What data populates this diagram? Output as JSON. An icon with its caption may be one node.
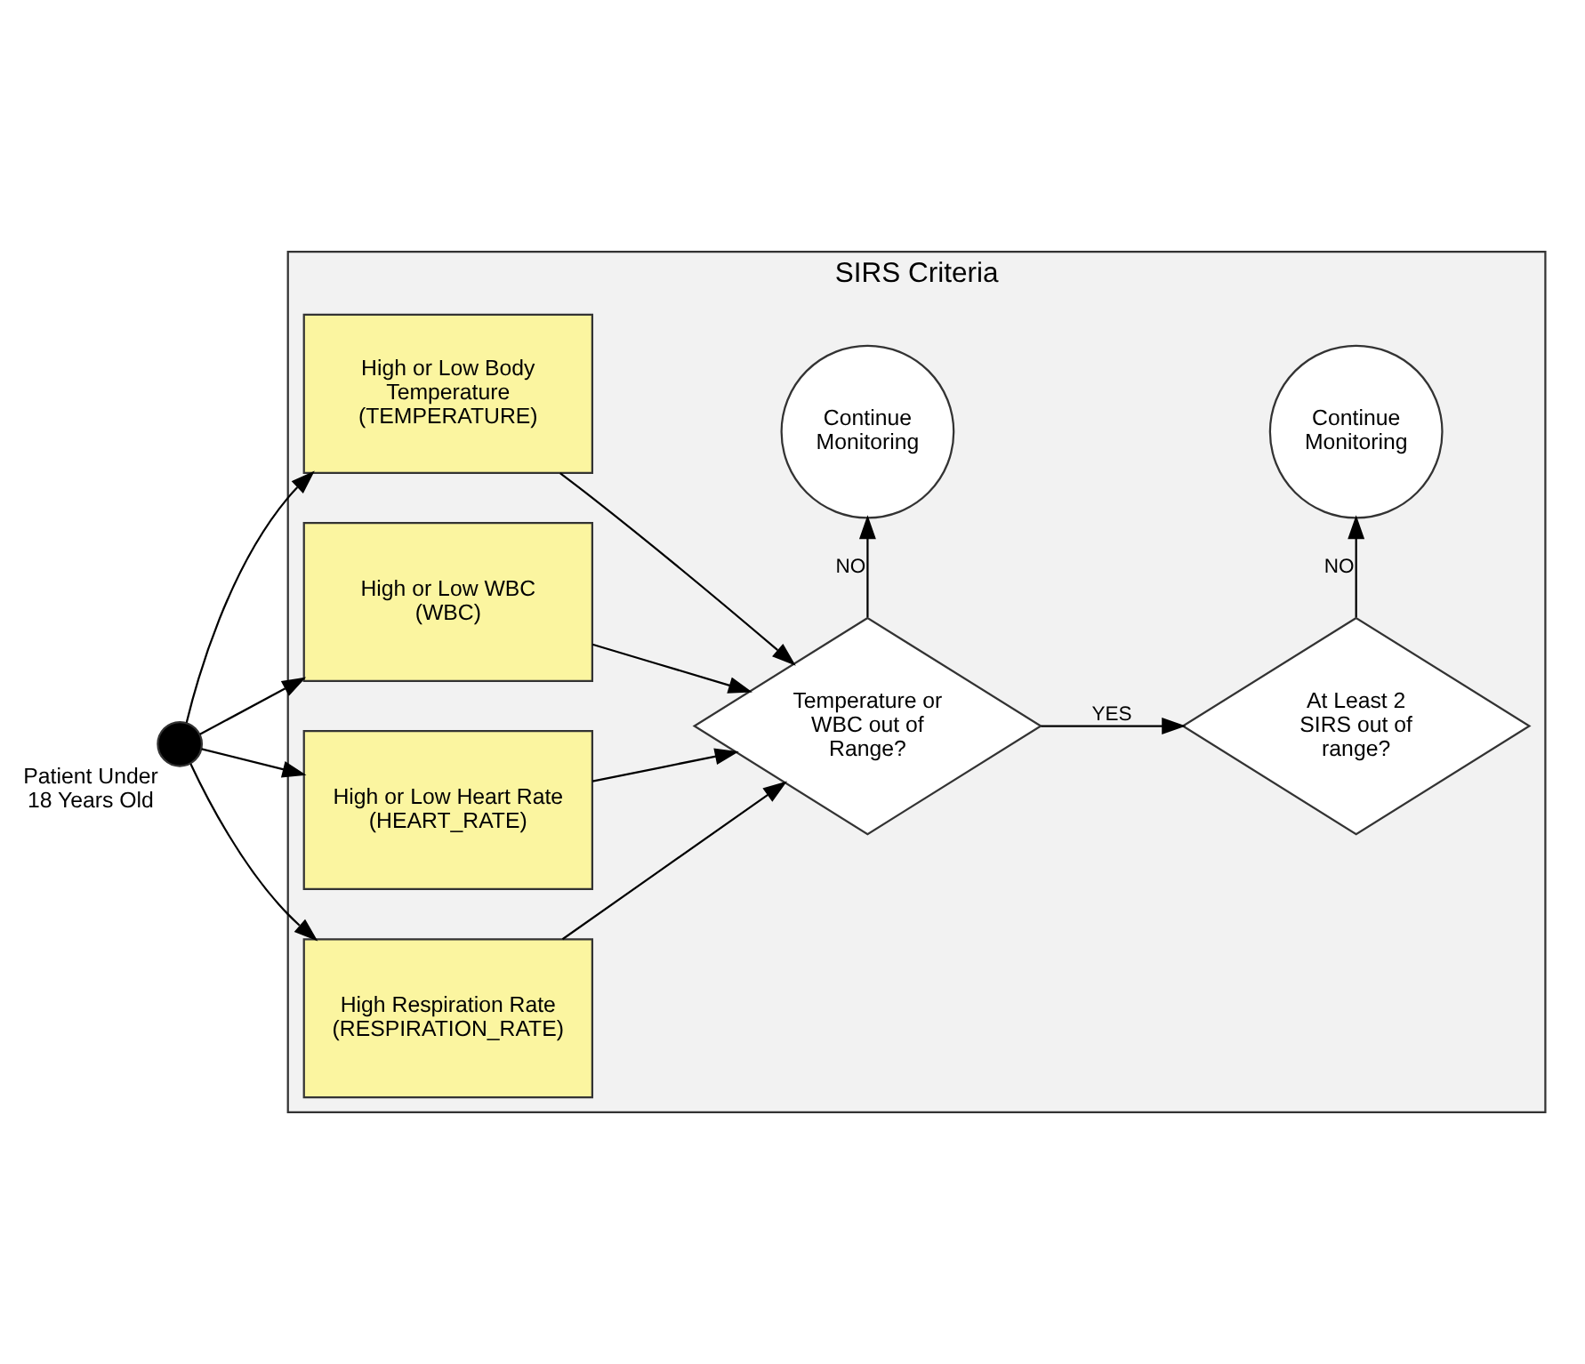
{
  "diagram": {
    "nodes": [
      {
        "text": [
          "SIRS Criteria"
        ]
      },
      {
        "text": [],
        "shape": "circle",
        "beside": [
          "Patient Under 18 Years Old"
        ]
      },
      {
        "text": [
          "High or Low Body Temperature (TEMPERATURE)"
        ],
        "in": 0
      },
      {
        "text": [
          "High or Low WBC (WBC)"
        ],
        "in": 0
      },
      {
        "text": [
          "High or Low Heart Rate (HEART_RATE)"
        ],
        "in": 0
      },
      {
        "text": [
          "High Respiration Rate (RESPIRATION_RATE)"
        ],
        "in": 0
      },
      {
        "text": [
          "Continue Monitoring"
        ],
        "in": 0
      },
      {
        "text": [
          "Continue Monitoring"
        ],
        "in": 0
      },
      {
        "text": [
          "Temperature or WBC out of Range?"
        ],
        "in": 0
      },
      {
        "text": [
          "At Least 2 SIRS out of range?"
        ],
        "in": 0
      }
    ],
    "edges": [
      {
        "from": 1,
        "to": 2,
        "arrow": "to"
      },
      {
        "from": 1,
        "to": 3,
        "arrow": "to"
      },
      {
        "from": 1,
        "to": 4,
        "arrow": "to"
      },
      {
        "from": 1,
        "to": 5,
        "arrow": "to"
      },
      {
        "from": 2,
        "to": 8,
        "arrow": "to"
      },
      {
        "from": 3,
        "to": 8,
        "arrow": "to"
      },
      {
        "from": 4,
        "to": 8,
        "arrow": "to"
      },
      {
        "from": 5,
        "to": 8,
        "arrow": "to"
      },
      {
        "from": 8,
        "to": 6,
        "label": "NO",
        "arrow": "to"
      },
      {
        "from": 8,
        "to": 9,
        "label": "YES",
        "arrow": "to"
      },
      {
        "from": 9,
        "to": 7,
        "label": "NO",
        "arrow": "to"
      }
    ]
  }
}
